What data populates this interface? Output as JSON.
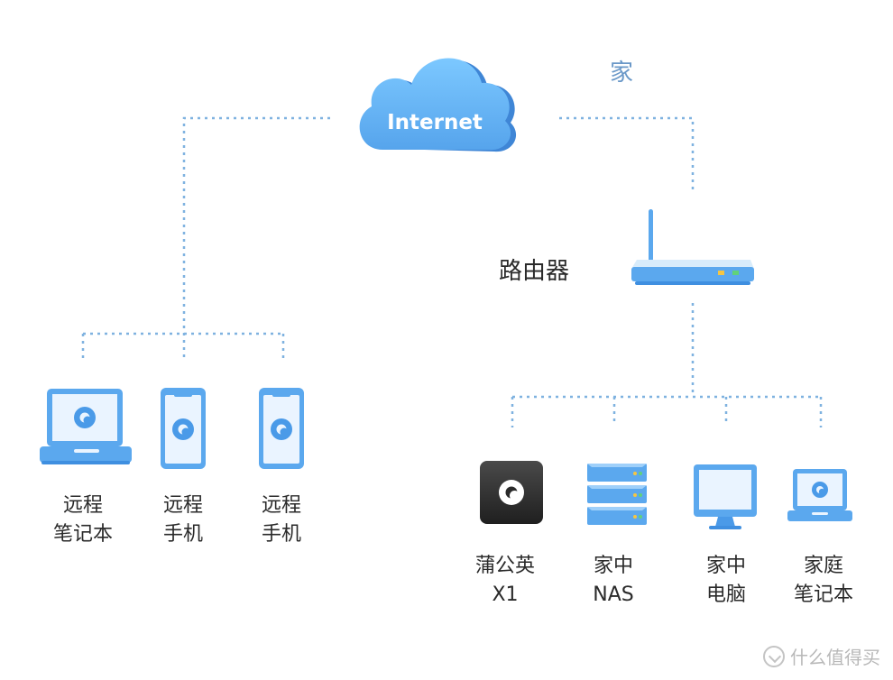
{
  "cloud": {
    "label": "Internet",
    "icon": "cloud-icon"
  },
  "home_label": "家",
  "router": {
    "label": "路由器",
    "icon": "router-icon"
  },
  "remote_devices": [
    {
      "line1": "远程",
      "line2": "笔记本",
      "icon": "laptop-icon"
    },
    {
      "line1": "远程",
      "line2": "手机",
      "icon": "phone-icon"
    },
    {
      "line1": "远程",
      "line2": "手机",
      "icon": "phone-icon"
    }
  ],
  "home_devices": [
    {
      "line1": "蒲公英",
      "line2": "X1",
      "icon": "dandelion-box-icon"
    },
    {
      "line1": "家中",
      "line2": "NAS",
      "icon": "nas-icon"
    },
    {
      "line1": "家中",
      "line2": "电脑",
      "icon": "monitor-icon"
    },
    {
      "line1": "家庭",
      "line2": "笔记本",
      "icon": "laptop-icon"
    }
  ],
  "watermark": "什么值得买",
  "colors": {
    "line": "#7fb2e0",
    "device": "#5ba8ee",
    "device_dark": "#3f8fe0",
    "screen_light": "#eaf4ff",
    "cloud_light": "#6ec0fb",
    "cloud_dark": "#4a90e2"
  }
}
